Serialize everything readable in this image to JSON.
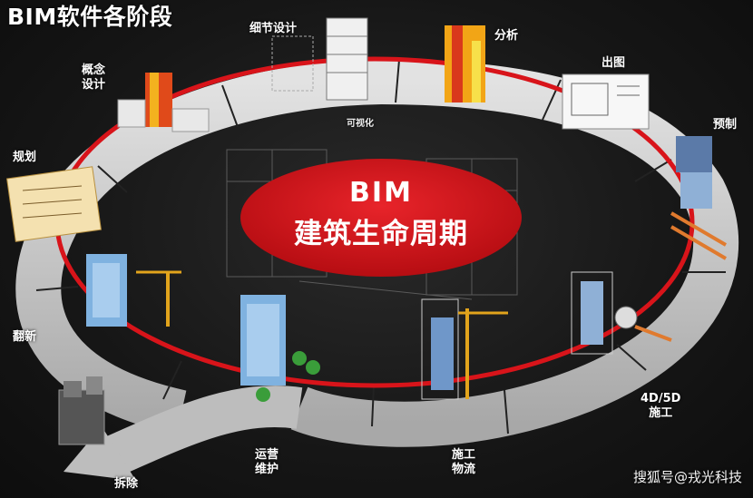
{
  "title": "BIM软件各阶段",
  "center": {
    "line1": "BIM",
    "line2": "建筑生命周期"
  },
  "stages": {
    "concept": {
      "line1": "概念",
      "line2": "设计"
    },
    "detail": "细节设计",
    "analysis": "分析",
    "drawing": "出图",
    "prefab": "预制",
    "construction_4d5d": {
      "line1": "4D/5D",
      "line2": "施工"
    },
    "logistics": {
      "line1": "施工",
      "line2": "物流"
    },
    "operation": {
      "line1": "运营",
      "line2": "维护"
    },
    "demolition": "拆除",
    "renovation": "翻新",
    "planning": "规划"
  },
  "ring_label": "可视化",
  "watermark": "搜狐号@戎光科技",
  "colors": {
    "background": "#141414",
    "ring": "#cfcfcf",
    "accent_red": "#d8141a",
    "text": "#ffffff"
  }
}
